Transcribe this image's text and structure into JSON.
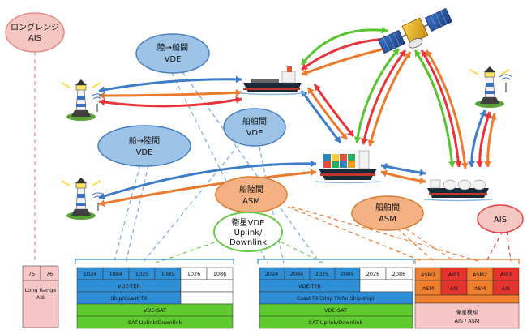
{
  "labels": {
    "long_range": "ロングレンジ",
    "long_range_2": "AIS",
    "shore_ship_1": "陸→船間",
    "shore_ship_2": "VDE",
    "ship_shore_1": "船→陸間",
    "ship_shore_2": "VDE",
    "ship_ship_1": "船舶間",
    "ship_ship_2": "VDE",
    "ship_shore_asm_1": "船陸間",
    "ship_shore_asm_2": "ASM",
    "ship_ship_asm_1": "船舶間",
    "ship_ship_asm_2": "ASM",
    "sat_vde_1": "衛星VDE",
    "sat_vde_2": "Uplink/",
    "sat_vde_3": "Downlink",
    "ais": "AIS"
  },
  "panel_long": {
    "ch1": "75",
    "ch2": "76",
    "label_1": "Long Range",
    "label_2": "AIS"
  },
  "panel_a": {
    "channels": [
      "1024",
      "1084",
      "1025",
      "1085",
      "1026",
      "1086"
    ],
    "vde_ter": "VDE-TER",
    "ship_tx": "Ship/Coast TX",
    "vde_sat": "VDE-SAT",
    "sat_ul": "SAT-Uplink/Downlink"
  },
  "panel_b": {
    "channels": [
      "2024",
      "2084",
      "2025",
      "2085",
      "2026",
      "2086"
    ],
    "vde_ter": "VDE-TER",
    "ship_tx": "Coast TX (Ship TX for Ship-ship)",
    "vde_sat": "VDE-SAT",
    "sat_ul": "SAT-Uplink/Downlink"
  },
  "panel_c": {
    "top": [
      "ASM1",
      "AIS1",
      "ASM2",
      "AIS2"
    ],
    "mid": [
      "ASM",
      "AIS",
      "ASM",
      "AIS"
    ],
    "bottom_1": "衛星検知",
    "bottom_2": "AIS / ASM"
  },
  "colors": {
    "blue_arrow": "#3d7cc9",
    "orange_arrow": "#ea7a2e",
    "red_arrow": "#e8343a",
    "green_arrow": "#58c530",
    "blue_oval": "#9dc3e6",
    "orange_oval": "#f4b183",
    "pink_oval": "#f4c7c3",
    "cell_blue": "#2e8fd6",
    "cell_green": "#5fca2e",
    "cell_orange": "#f08030",
    "cell_red": "#e5342e",
    "cell_pink": "#f7c6c7"
  }
}
